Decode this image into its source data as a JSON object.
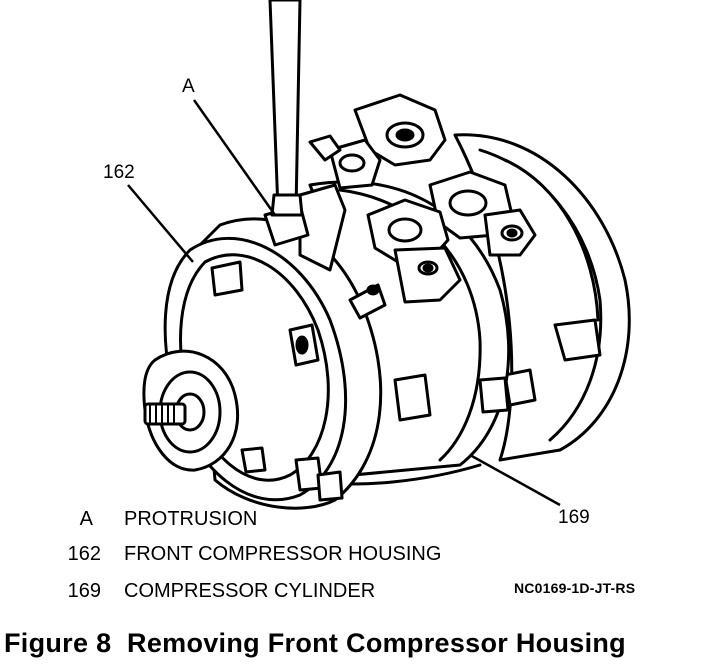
{
  "callouts": {
    "a": "A",
    "162": "162",
    "169": "169"
  },
  "legend": [
    {
      "key": "A",
      "text": "PROTRUSION"
    },
    {
      "key": "162",
      "text": "FRONT COMPRESSOR HOUSING"
    },
    {
      "key": "169",
      "text": "COMPRESSOR CYLINDER"
    }
  ],
  "reference_code": "NC0169-1D-JT-RS",
  "figure_number": "Figure 8",
  "figure_title": "Removing Front Compressor Housing",
  "colors": {
    "ink": "#000000",
    "paper": "#ffffff"
  }
}
